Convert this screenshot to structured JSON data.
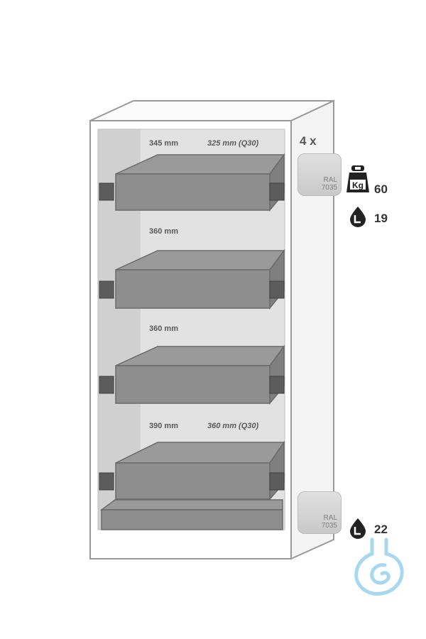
{
  "cabinet": {
    "drawer_count_label": "4 x",
    "dimensions": {
      "top_left": "345 mm",
      "top_right": "325 mm (Q30)",
      "gap_1": "360 mm",
      "gap_2": "360 mm",
      "bottom_left": "390 mm",
      "bottom_right": "360 mm (Q30)"
    }
  },
  "specs": {
    "top_swatch": {
      "ral_label": "RAL",
      "ral_code": "7035"
    },
    "bottom_swatch": {
      "ral_label": "RAL",
      "ral_code": "7035"
    },
    "load_capacity": {
      "icon_text": "Kg",
      "value": "60"
    },
    "drawer_volume": {
      "value": "19"
    },
    "sump_volume": {
      "value": "22"
    }
  },
  "colors": {
    "drawer_fill": "#8e8e8e",
    "drawer_dark": "#6f6f6f",
    "interior": "#dcdcdc",
    "swatch": "#d2d2d2",
    "logo": "#9fd4ef"
  },
  "icons": [
    "weight-icon",
    "drop-icon",
    "drop-icon",
    "flask-logo-icon"
  ]
}
